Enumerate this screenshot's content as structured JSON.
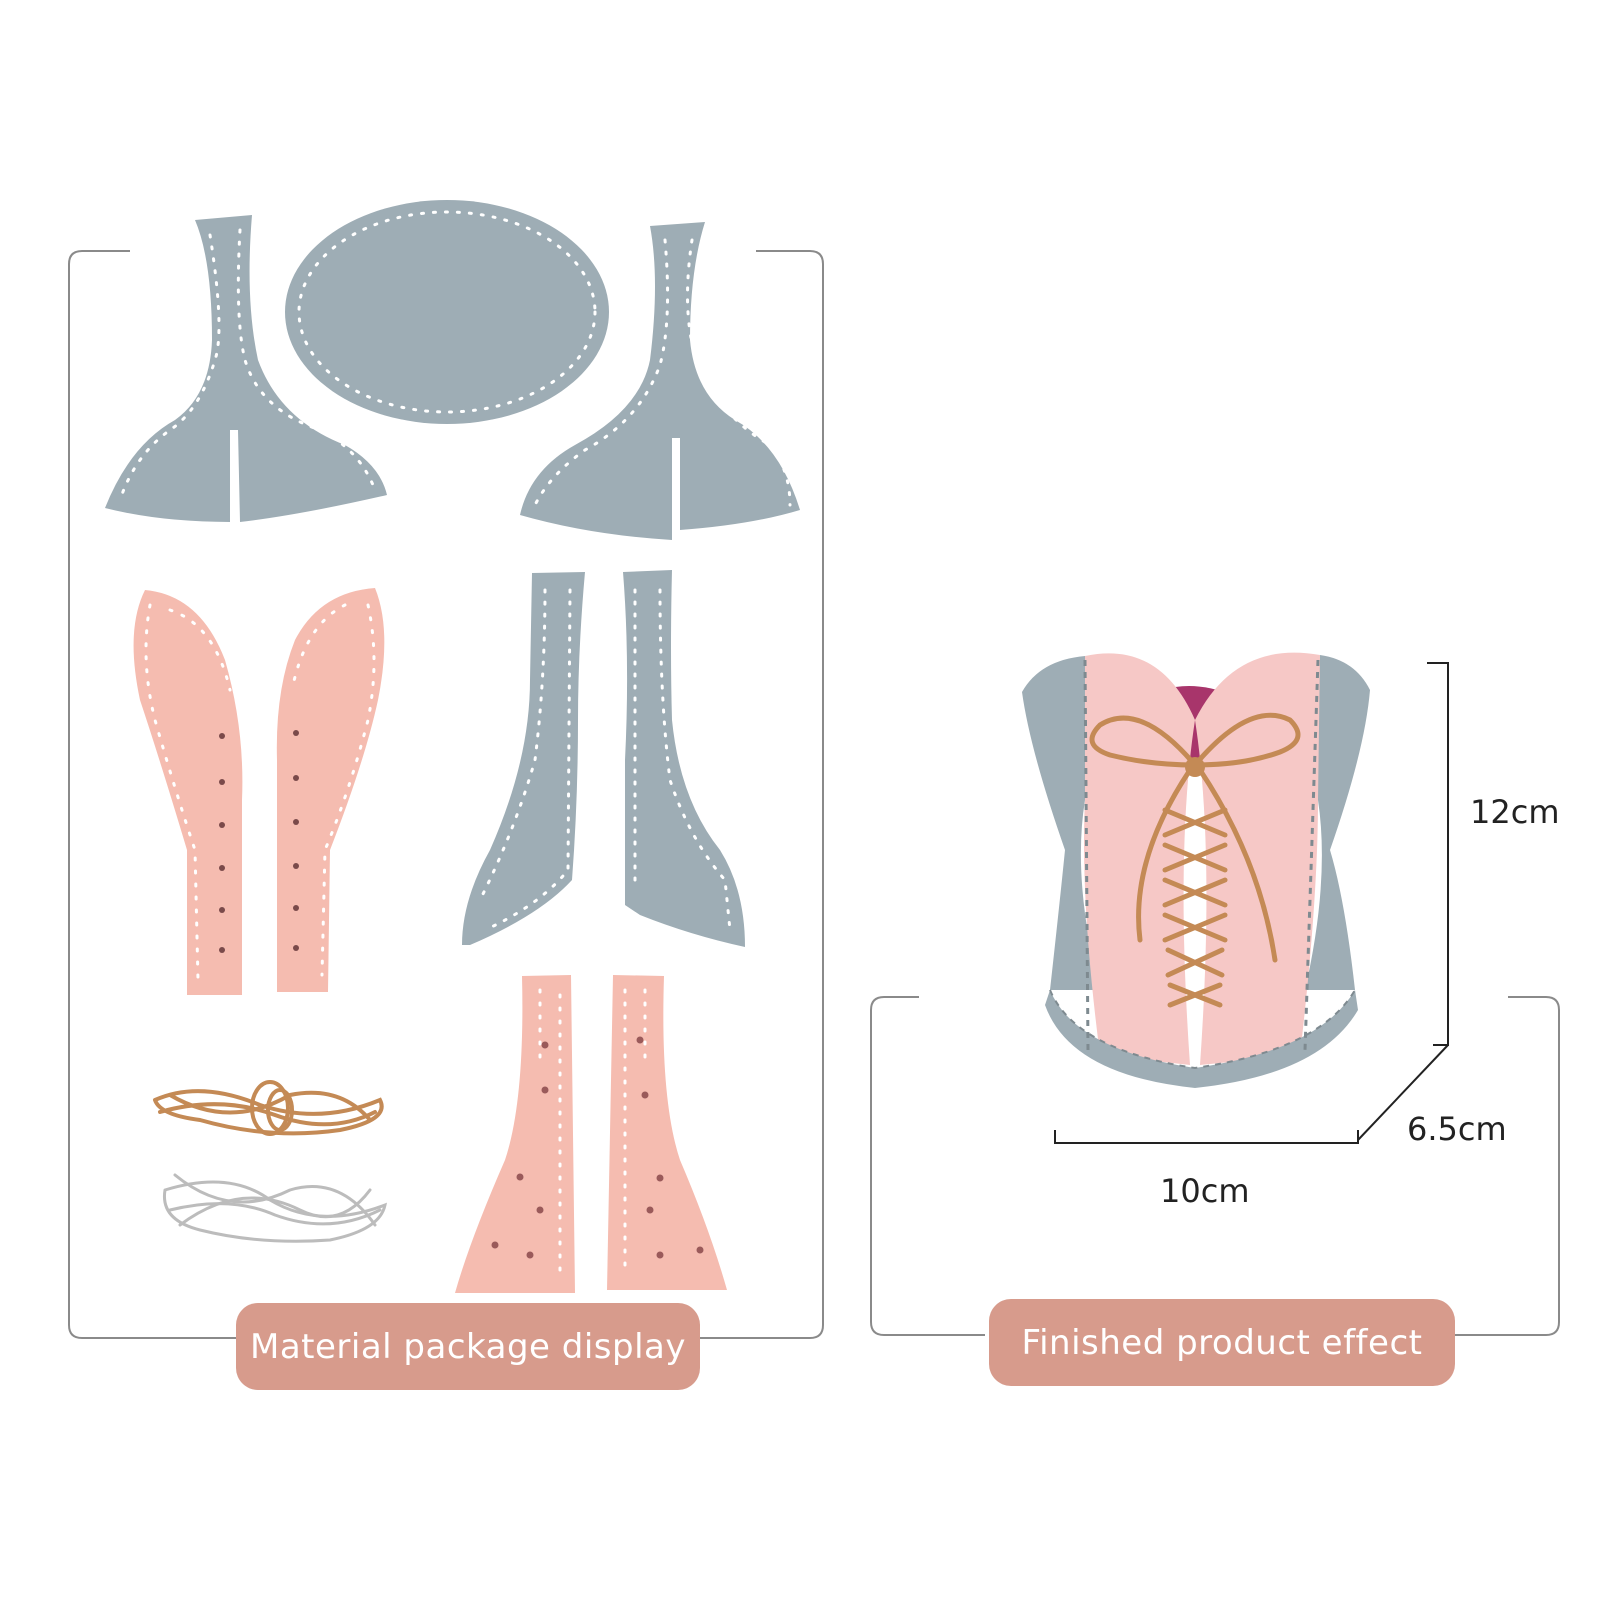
{
  "colors": {
    "blue_gray": "#9eadb5",
    "pink": "#f5bcb0",
    "pink_light": "#f6c8c6",
    "label_bg": "#d79b8c",
    "frame_line": "#8a8a8a",
    "cord_brown": "#c48a55",
    "cord_gray": "#bcbcbc",
    "inner_magenta": "#a8356b"
  },
  "left_panel": {
    "label": "Material package display"
  },
  "right_panel": {
    "label": "Finished product effect",
    "dimensions": {
      "height": "12cm",
      "depth": "6.5cm",
      "width": "10cm"
    }
  }
}
